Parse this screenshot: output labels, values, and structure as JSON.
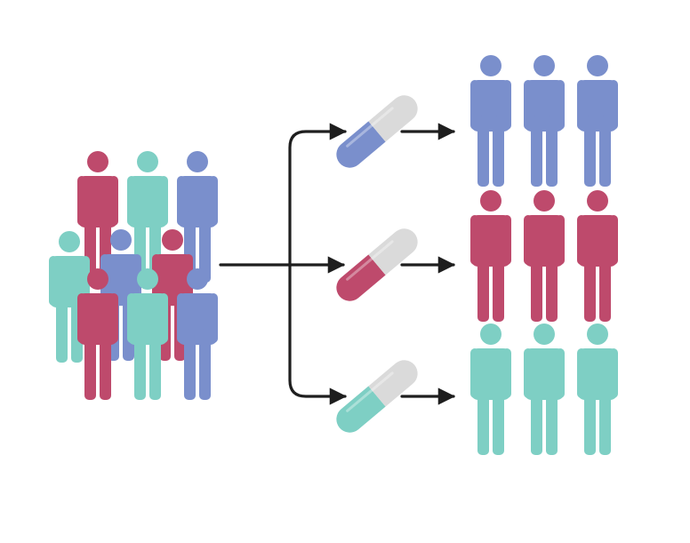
{
  "colors": {
    "blue": "#7a8fcc",
    "red": "#be4a6c",
    "teal": "#7ecfc4",
    "capsule_cap": "#dadada",
    "arrow": "#1e1e1e",
    "background": "#ffffff"
  },
  "icons": {
    "person": "person-icon",
    "capsule": "capsule-icon",
    "arrow": "arrow-icon"
  },
  "crowd": {
    "people": [
      {
        "color": "red"
      },
      {
        "color": "teal"
      },
      {
        "color": "blue"
      },
      {
        "color": "teal"
      },
      {
        "color": "blue"
      },
      {
        "color": "red"
      },
      {
        "color": "red"
      },
      {
        "color": "teal"
      },
      {
        "color": "blue"
      }
    ]
  },
  "groups": [
    {
      "capsule_color": "blue",
      "people_count": 3,
      "people_color": "blue"
    },
    {
      "capsule_color": "red",
      "people_count": 3,
      "people_color": "red"
    },
    {
      "capsule_color": "teal",
      "people_count": 3,
      "people_color": "teal"
    }
  ]
}
